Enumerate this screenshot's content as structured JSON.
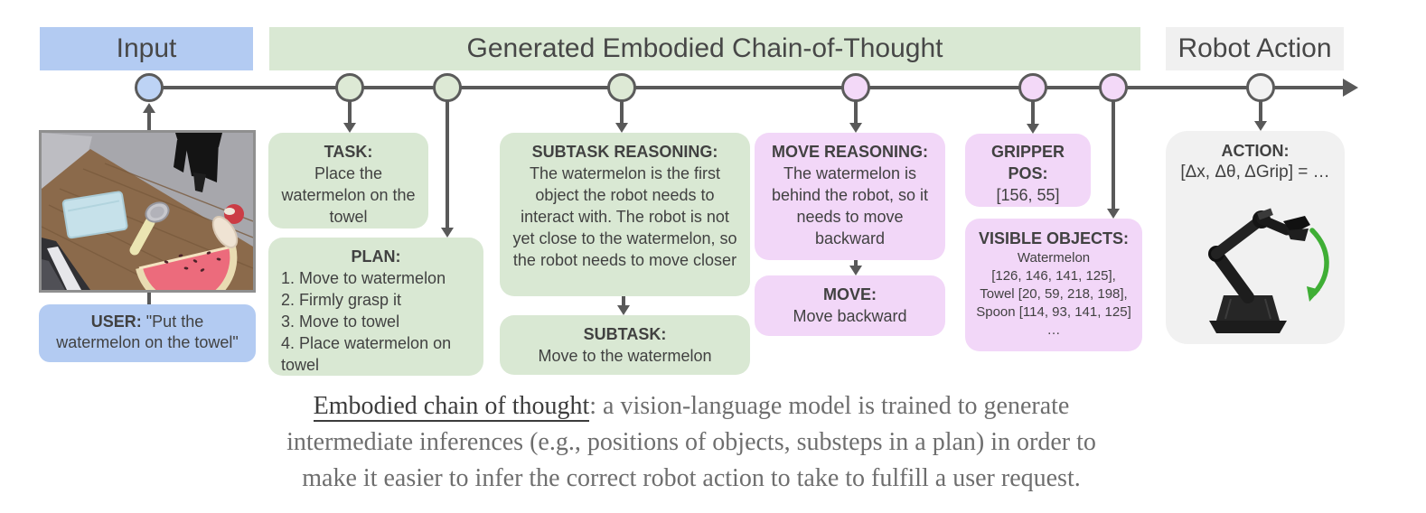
{
  "headers": {
    "input": "Input",
    "ecot": "Generated Embodied Chain-of-Thought",
    "robot_action": "Robot Action"
  },
  "user_box": {
    "label": "USER:",
    "text": "\"Put the watermelon on the towel\""
  },
  "boxes": {
    "task": {
      "title": "TASK:",
      "body": "Place the watermelon on the towel"
    },
    "plan": {
      "title": "PLAN:",
      "items": [
        "1. Move to watermelon",
        "2. Firmly grasp it",
        "3. Move to towel",
        "4. Place watermelon on towel"
      ]
    },
    "subtask_reasoning": {
      "title": "SUBTASK REASONING:",
      "body": "The watermelon is the first object the robot needs to interact with. The robot is not yet close to the watermelon, so the robot needs to move closer"
    },
    "subtask": {
      "title": "SUBTASK:",
      "body": "Move to the watermelon"
    },
    "move_reasoning": {
      "title": "MOVE REASONING:",
      "body": "The watermelon is behind the robot, so it needs to move backward"
    },
    "move": {
      "title": "MOVE:",
      "body": "Move backward"
    },
    "gripper_pos": {
      "title": "GRIPPER POS:",
      "body": "[156, 55]"
    },
    "visible_objects": {
      "title": "VISIBLE OBJECTS:",
      "lines": [
        "Watermelon",
        "[126, 146, 141, 125],",
        "Towel [20, 59, 218, 198],",
        "Spoon [114, 93, 141, 125]",
        "…"
      ]
    },
    "action": {
      "title": "ACTION:",
      "formula": "[Δx, Δθ, ΔGrip] = …"
    }
  },
  "caption": {
    "term": "Embodied chain of thought",
    "line1_rest": ": a vision-language model is trained to generate",
    "line2": "intermediate inferences (e.g., positions of objects, substeps in a plan) in order to",
    "line3": "make it easier to infer the correct robot action to take to fulfill a user request."
  },
  "colors": {
    "input_blue": "#b3cbf2",
    "ecot_green": "#d9e8d3",
    "cot_pink": "#f2d7f8",
    "action_gray": "#f1f1f1",
    "line_gray": "#595959",
    "text_dark": "#3f3f3f",
    "caption_gray": "#6e6e6e",
    "arrow_green": "#3fae35"
  }
}
